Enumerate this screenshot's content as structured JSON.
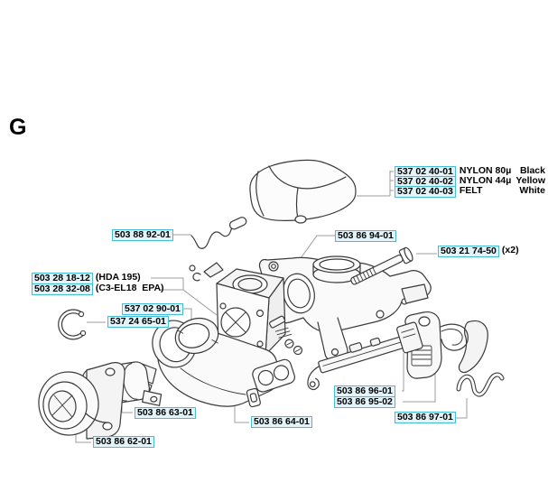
{
  "page": {
    "section_letter": "G"
  },
  "diagram": {
    "filter_options": [
      {
        "part_number": "537 02 40-01",
        "material": "NYLON 80µ",
        "color_name": "Black"
      },
      {
        "part_number": "537 02 40-02",
        "material": "NYLON 44µ",
        "color_name": "Yellow"
      },
      {
        "part_number": "537 02 40-03",
        "material": "FELT",
        "color_name": "White"
      }
    ],
    "labels": {
      "fuel_line": {
        "part_number": "503 88 92-01"
      },
      "filter_base": {
        "part_number": "503 86 94-01"
      },
      "screw": {
        "part_number": "503 21 74-50",
        "quantity": "(x2)"
      },
      "carburetor_hda": {
        "part_number": "503 28 18-12",
        "variant": "(HDA 195)"
      },
      "carburetor_epa": {
        "part_number": "503 28 32-08",
        "variant": "(C3-EL18  EPA)"
      },
      "gasket": {
        "part_number": "537 02 90-01"
      },
      "snap_ring": {
        "part_number": "537 24 65-01"
      },
      "intake_boot": {
        "part_number": "503 86 63-01"
      },
      "air_duct": {
        "part_number": "503 86 64-01"
      },
      "flange_boot": {
        "part_number": "503 86 62-01"
      },
      "bracket": {
        "part_number": "503 86 96-01"
      },
      "holder": {
        "part_number": "503 86 95-02"
      },
      "spring": {
        "part_number": "503 86 97-01"
      }
    }
  }
}
